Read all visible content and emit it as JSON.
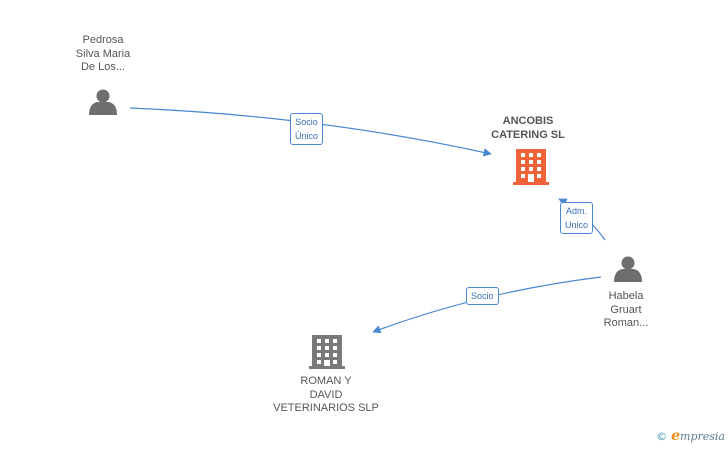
{
  "nodes": {
    "pedrosa": {
      "line1": "Pedrosa",
      "line2": "Silva Maria",
      "line3": "De Los..."
    },
    "ancobis": {
      "line1": "ANCOBIS",
      "line2": "CATERING SL"
    },
    "habela": {
      "line1": "Habela",
      "line2": "Gruart",
      "line3": "Roman..."
    },
    "roman": {
      "line1": "ROMAN Y",
      "line2": "DAVID",
      "line3": "VETERINARIOS SLP"
    }
  },
  "edges": {
    "socio_unico": {
      "line1": "Socio",
      "line2": "Único"
    },
    "adm_unico": {
      "line1": "Adm.",
      "line2": "Unico"
    },
    "socio": {
      "line1": "Socio"
    }
  },
  "brand": {
    "copyright": "©",
    "initial": "e",
    "name": "mpresia"
  },
  "colors": {
    "edge": "#4a88d4",
    "person_icon": "#6e6e6e",
    "company_main": "#f0623a",
    "company_other": "#7a7a7a"
  },
  "icons": {
    "person": "person-icon",
    "company": "building-icon"
  }
}
